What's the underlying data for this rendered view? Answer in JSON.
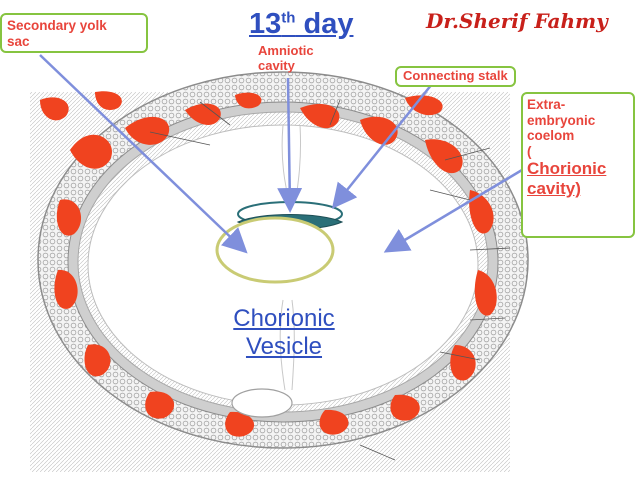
{
  "title": {
    "main": "13",
    "superscript": "th",
    "suffix": " day"
  },
  "author": "Dr.Sherif Fahmy",
  "labels": {
    "secondary_yolk_sac": "Secondary yolk\nsac",
    "amniotic_cavity": "Amniotic\ncavity",
    "connecting_stalk": "Connecting stalk",
    "extraembryonic_coelom": "Extra-\nembryonic\ncoelom\n(",
    "chorionic_cavity": "Chorionic\ncavity)",
    "chorionic_vesicle": "Chorionic\nVesicle"
  },
  "colors": {
    "title": "#2f4fbf",
    "author": "#c8201a",
    "label_red": "#e8453c",
    "box_border": "#86c440",
    "arrow": "#7f8fdc",
    "lacunae": "#f0431f",
    "membrane": "#c9cb74",
    "tissue": "#cfcfcf"
  }
}
